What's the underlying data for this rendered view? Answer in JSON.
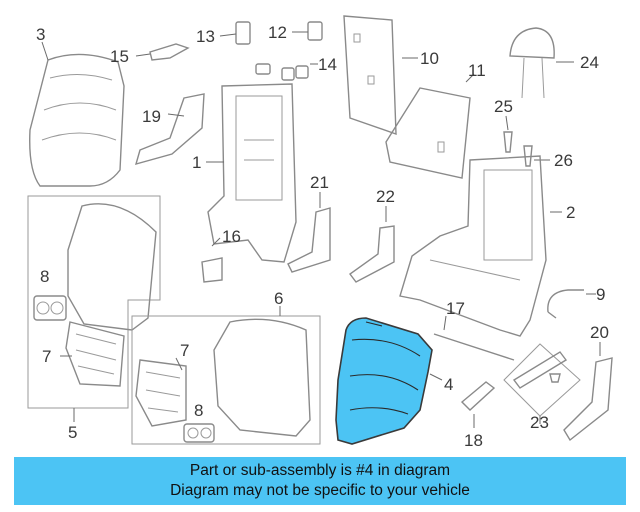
{
  "callouts": {
    "c1": "1",
    "c2": "2",
    "c3": "3",
    "c4": "4",
    "c5": "5",
    "c6": "6",
    "c7a": "7",
    "c7b": "7",
    "c8a": "8",
    "c8b": "8",
    "c9": "9",
    "c10": "10",
    "c11": "11",
    "c12": "12",
    "c13": "13",
    "c14": "14",
    "c15": "15",
    "c16": "16",
    "c17": "17",
    "c18": "18",
    "c19": "19",
    "c20": "20",
    "c21": "21",
    "c22": "22",
    "c23": "23",
    "c24": "24",
    "c25": "25",
    "c26": "26"
  },
  "highlight": {
    "part": "4",
    "color": "#4cc4f4"
  },
  "banner": {
    "line1": "Part or sub-assembly is #4 in diagram",
    "line2": "Diagram may not be specific to your vehicle",
    "color": "#4cc4f4"
  }
}
